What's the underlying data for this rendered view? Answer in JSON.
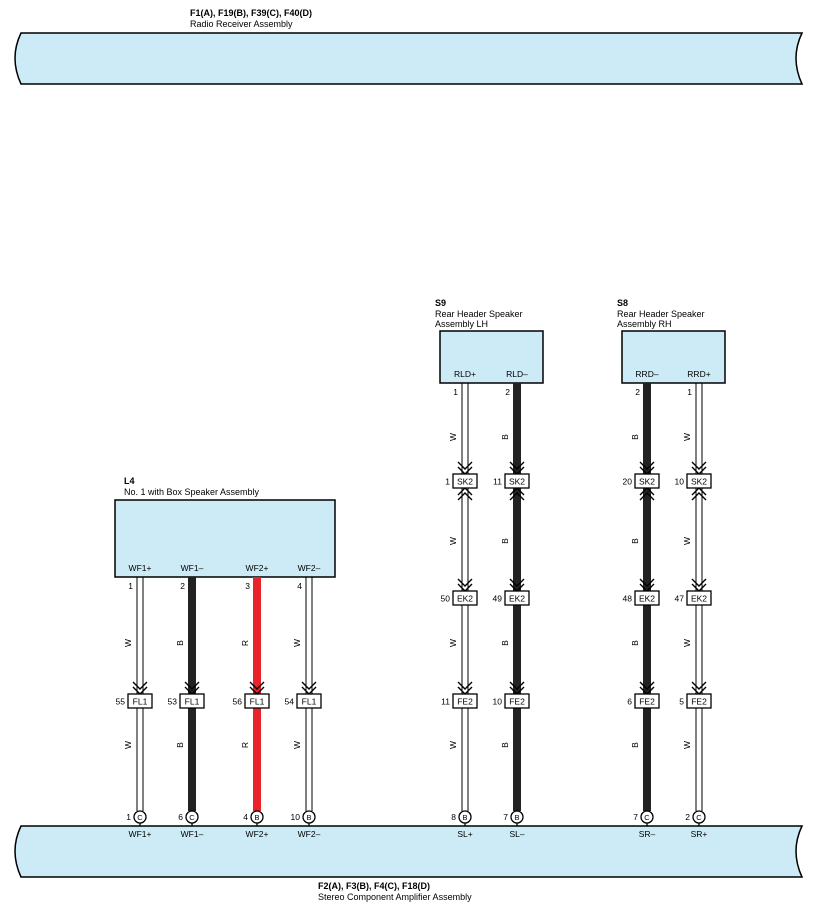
{
  "top_bus": {
    "connectors": "F1(A), F19(B), F39(C), F40(D)",
    "name": "Radio Receiver Assembly"
  },
  "bottom_bus": {
    "connectors": "F2(A), F3(B), F4(C), F18(D)",
    "name": "Stereo Component Amplifier Assembly"
  },
  "components": {
    "l4": {
      "code": "L4",
      "name_lines": [
        "No. 1 with Box Speaker Assembly"
      ]
    },
    "s9": {
      "code": "S9",
      "name_lines": [
        "Rear Header Speaker",
        "Assembly LH"
      ]
    },
    "s8": {
      "code": "S8",
      "name_lines": [
        "Rear Header Speaker",
        "Assembly RH"
      ]
    }
  },
  "colors": {
    "W": "#ffffff",
    "B": "#222222",
    "R": "#e8232a",
    "box": "#cdebf7"
  },
  "wires": [
    {
      "id": "wf1p",
      "comp": "l4",
      "label": "WF1+",
      "pin": "1",
      "color": "W",
      "connectors": [
        {
          "pin": "55",
          "name": "FL1"
        }
      ],
      "bottom": {
        "pin": "1",
        "conn": "C",
        "label": "WF1+"
      }
    },
    {
      "id": "wf1m",
      "comp": "l4",
      "label": "WF1–",
      "pin": "2",
      "color": "B",
      "connectors": [
        {
          "pin": "53",
          "name": "FL1"
        }
      ],
      "bottom": {
        "pin": "6",
        "conn": "C",
        "label": "WF1–"
      }
    },
    {
      "id": "wf2p",
      "comp": "l4",
      "label": "WF2+",
      "pin": "3",
      "color": "R",
      "connectors": [
        {
          "pin": "56",
          "name": "FL1"
        }
      ],
      "bottom": {
        "pin": "4",
        "conn": "B",
        "label": "WF2+"
      }
    },
    {
      "id": "wf2m",
      "comp": "l4",
      "label": "WF2–",
      "pin": "4",
      "color": "W",
      "connectors": [
        {
          "pin": "54",
          "name": "FL1"
        }
      ],
      "bottom": {
        "pin": "10",
        "conn": "B",
        "label": "WF2–"
      }
    },
    {
      "id": "rldp",
      "comp": "s9",
      "label": "RLD+",
      "pin": "1",
      "color": "W",
      "connectors": [
        {
          "pin": "1",
          "name": "SK2"
        },
        {
          "pin": "50",
          "name": "EK2"
        },
        {
          "pin": "11",
          "name": "FE2"
        }
      ],
      "bottom": {
        "pin": "8",
        "conn": "B",
        "label": "SL+"
      }
    },
    {
      "id": "rldm",
      "comp": "s9",
      "label": "RLD–",
      "pin": "2",
      "color": "B",
      "connectors": [
        {
          "pin": "11",
          "name": "SK2"
        },
        {
          "pin": "49",
          "name": "EK2"
        },
        {
          "pin": "10",
          "name": "FE2"
        }
      ],
      "bottom": {
        "pin": "7",
        "conn": "B",
        "label": "SL–"
      }
    },
    {
      "id": "rrdm",
      "comp": "s8",
      "label": "RRD–",
      "pin": "2",
      "color": "B",
      "connectors": [
        {
          "pin": "20",
          "name": "SK2"
        },
        {
          "pin": "48",
          "name": "EK2"
        },
        {
          "pin": "6",
          "name": "FE2"
        }
      ],
      "bottom": {
        "pin": "7",
        "conn": "C",
        "label": "SR–"
      }
    },
    {
      "id": "rrdp",
      "comp": "s8",
      "label": "RRD+",
      "pin": "1",
      "color": "W",
      "connectors": [
        {
          "pin": "10",
          "name": "SK2"
        },
        {
          "pin": "47",
          "name": "EK2"
        },
        {
          "pin": "5",
          "name": "FE2"
        }
      ],
      "bottom": {
        "pin": "2",
        "conn": "C",
        "label": "SR+"
      }
    }
  ]
}
